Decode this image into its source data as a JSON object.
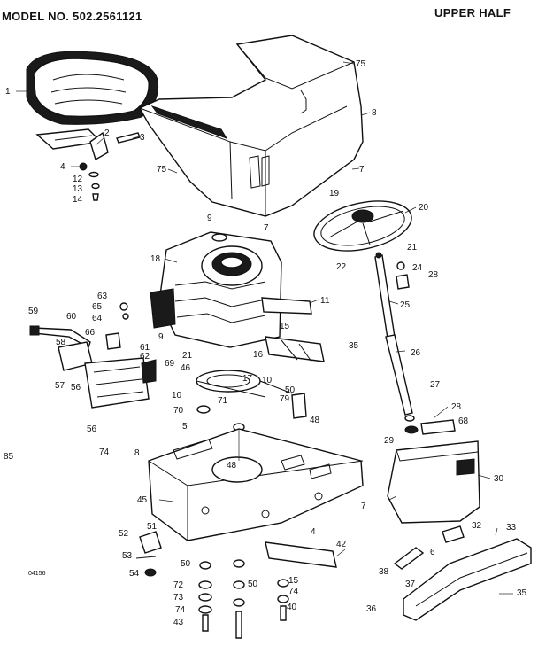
{
  "header": {
    "model": "MODEL NO. 502.2561121",
    "section": "UPPER HALF"
  },
  "footer": {
    "code": "04156"
  },
  "part_labels": [
    {
      "id": "seat",
      "text": "1"
    },
    {
      "id": "seat-bracket",
      "text": "2"
    },
    {
      "id": "seat-bolt",
      "text": "3"
    },
    {
      "id": "nut-4",
      "text": "4"
    },
    {
      "id": "washer-12",
      "text": "12"
    },
    {
      "id": "washer-13",
      "text": "13"
    },
    {
      "id": "screw-14",
      "text": "14"
    },
    {
      "id": "screw-75-top",
      "text": "75"
    },
    {
      "id": "hood",
      "text": "8"
    },
    {
      "id": "screw-75-left",
      "text": "75"
    },
    {
      "id": "screw-7-right",
      "text": "7"
    },
    {
      "id": "hub-19",
      "text": "19"
    },
    {
      "id": "steering-wheel",
      "text": "20"
    },
    {
      "id": "nut-9-top",
      "text": "9"
    },
    {
      "id": "screw-7-mid",
      "text": "7"
    },
    {
      "id": "pin-21-top",
      "text": "21"
    },
    {
      "id": "nut-22",
      "text": "22"
    },
    {
      "id": "bushing-24",
      "text": "24"
    },
    {
      "id": "screw-28-top",
      "text": "28"
    },
    {
      "id": "engine",
      "text": "18"
    },
    {
      "id": "bracket-11",
      "text": "11"
    },
    {
      "id": "shaft-25",
      "text": "25"
    },
    {
      "id": "screw-63",
      "text": "63"
    },
    {
      "id": "washer-65",
      "text": "65"
    },
    {
      "id": "nut-64",
      "text": "64"
    },
    {
      "id": "knob-59",
      "text": "59"
    },
    {
      "id": "rod-60",
      "text": "60"
    },
    {
      "id": "link-66",
      "text": "66"
    },
    {
      "id": "clip-61",
      "text": "61"
    },
    {
      "id": "washer-62",
      "text": "62"
    },
    {
      "id": "bracket-58",
      "text": "58"
    },
    {
      "id": "spring-69",
      "text": "69"
    },
    {
      "id": "bracket-57",
      "text": "57"
    },
    {
      "id": "gear-56",
      "text": "56"
    },
    {
      "id": "nut-9-mid",
      "text": "9"
    },
    {
      "id": "bolt-15",
      "text": "15"
    },
    {
      "id": "screw-35-mid",
      "text": "35"
    },
    {
      "id": "pin-21-mid",
      "text": "21"
    },
    {
      "id": "washer-46",
      "text": "46"
    },
    {
      "id": "nut-16",
      "text": "16"
    },
    {
      "id": "lower-shaft-26",
      "text": "26"
    },
    {
      "id": "bolt-17",
      "text": "17"
    },
    {
      "id": "washer-10-a",
      "text": "10"
    },
    {
      "id": "pulley-71",
      "text": "71"
    },
    {
      "id": "washer-10-b",
      "text": "10"
    },
    {
      "id": "belt-50",
      "text": "50"
    },
    {
      "id": "nut-79",
      "text": "79"
    },
    {
      "id": "spacer-70",
      "text": "70"
    },
    {
      "id": "bolt-48-right",
      "text": "48"
    },
    {
      "id": "bearing-27",
      "text": "27"
    },
    {
      "id": "screw-28-low",
      "text": "28"
    },
    {
      "id": "plate-68",
      "text": "68"
    },
    {
      "id": "collar-29",
      "text": "29"
    },
    {
      "id": "dash-30",
      "text": "30"
    },
    {
      "id": "screw-5",
      "text": "5"
    },
    {
      "id": "nut-56-low",
      "text": "56"
    },
    {
      "id": "washer-74-left",
      "text": "74"
    },
    {
      "id": "bolt-8",
      "text": "8"
    },
    {
      "id": "bolt-48-mid",
      "text": "48"
    },
    {
      "id": "ref-85",
      "text": "85"
    },
    {
      "id": "frame-45",
      "text": "45"
    },
    {
      "id": "screw-7-low",
      "text": "7"
    },
    {
      "id": "clip-52",
      "text": "52"
    },
    {
      "id": "clip-51",
      "text": "51"
    },
    {
      "id": "clip-53",
      "text": "53"
    },
    {
      "id": "nut-54",
      "text": "54"
    },
    {
      "id": "nut-50-low",
      "text": "50"
    },
    {
      "id": "washer-72",
      "text": "72"
    },
    {
      "id": "washer-73",
      "text": "73"
    },
    {
      "id": "washer-74-low",
      "text": "74"
    },
    {
      "id": "bolt-43",
      "text": "43"
    },
    {
      "id": "bolt-4-low",
      "text": "4"
    },
    {
      "id": "link-42",
      "text": "42"
    },
    {
      "id": "nut-50-right",
      "text": "50"
    },
    {
      "id": "washer-15-low",
      "text": "15"
    },
    {
      "id": "washer-74-right",
      "text": "74"
    },
    {
      "id": "spacer-40",
      "text": "40"
    },
    {
      "id": "screw-32",
      "text": "32"
    },
    {
      "id": "screw-33",
      "text": "33"
    },
    {
      "id": "screw-6",
      "text": "6"
    },
    {
      "id": "bracket-38",
      "text": "38"
    },
    {
      "id": "nut-37",
      "text": "37"
    },
    {
      "id": "screw-36",
      "text": "36"
    },
    {
      "id": "bumper-35",
      "text": "35"
    }
  ]
}
